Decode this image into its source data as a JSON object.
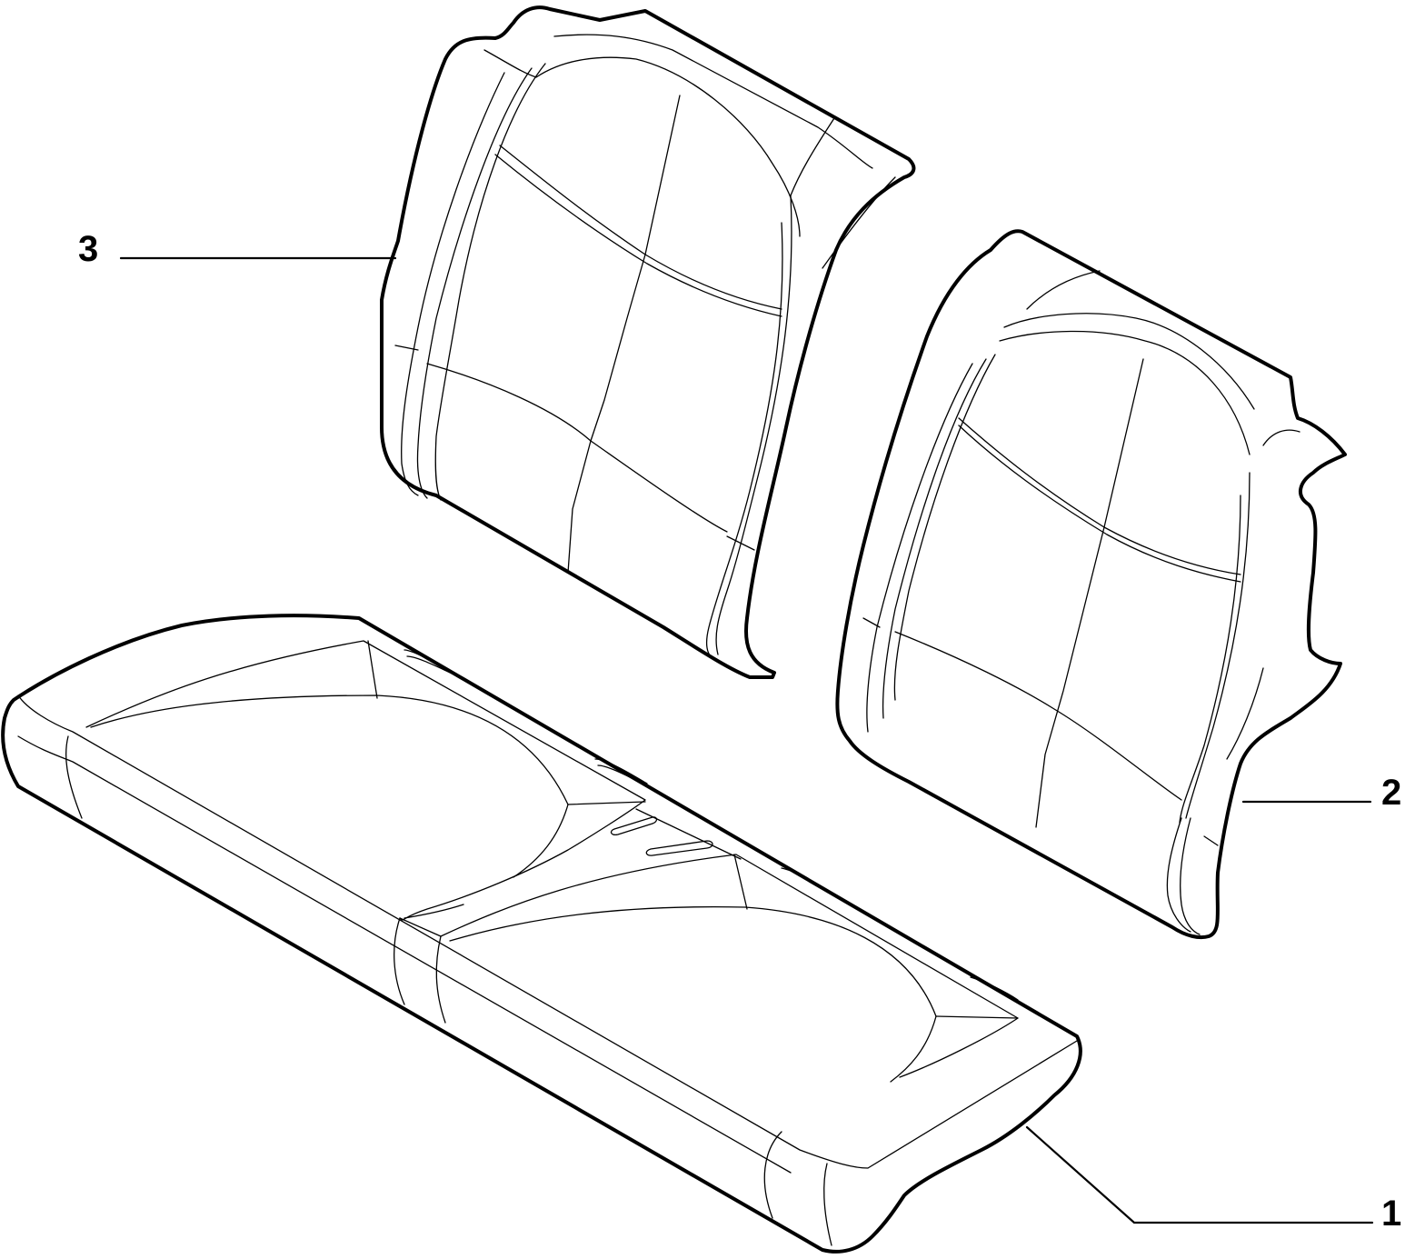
{
  "diagram": {
    "callouts": [
      {
        "id": "1",
        "label": "1",
        "part": "seat-cushion-cover"
      },
      {
        "id": "2",
        "label": "2",
        "part": "right-backrest-cover"
      },
      {
        "id": "3",
        "label": "3",
        "part": "left-backrest-cover"
      }
    ],
    "colors": {
      "line": "#000000",
      "background": "#ffffff"
    }
  }
}
